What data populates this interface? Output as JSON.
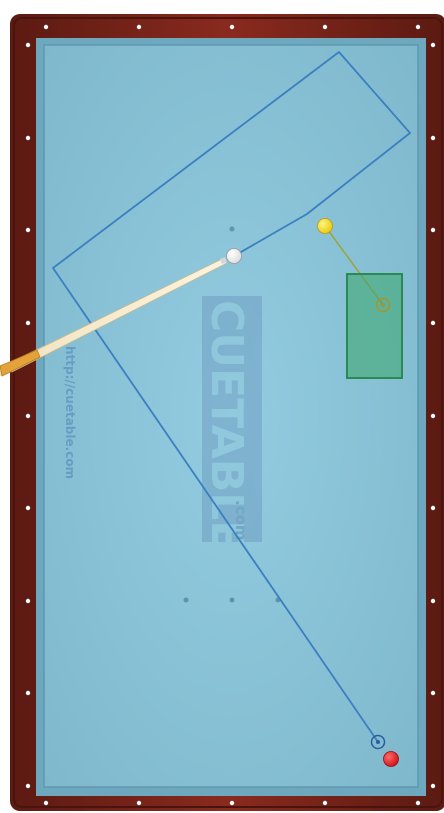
{
  "watermark": {
    "url": "http://cuetable.com",
    "logo_text": "CUETABLE",
    "logo_suffix": ".com"
  },
  "colors": {
    "rail_wood": "#8a2a1e",
    "rail_wood_dark": "#5b1a12",
    "cloth": "#8ec6da",
    "cloth_inner": "#86bfd4",
    "cushion": "#6ea8be",
    "path_line": "#3a7fc0",
    "diamond": "#ffffff",
    "cue_ball": "#ffffff",
    "object_ball_yellow": "#f5e020",
    "object_ball_red": "#e8202a",
    "target_zone": "#3aa66a",
    "cue_stick": "#f3e6c6",
    "cue_butt": "#e8b24a"
  },
  "balls": {
    "cue_ball": "white",
    "object_ball_1": "yellow",
    "object_ball_2": "red"
  },
  "icons": {
    "ghost_ball": "ghost-ball-target-icon",
    "ghost_ball_2": "ghost-ball-target-icon"
  }
}
